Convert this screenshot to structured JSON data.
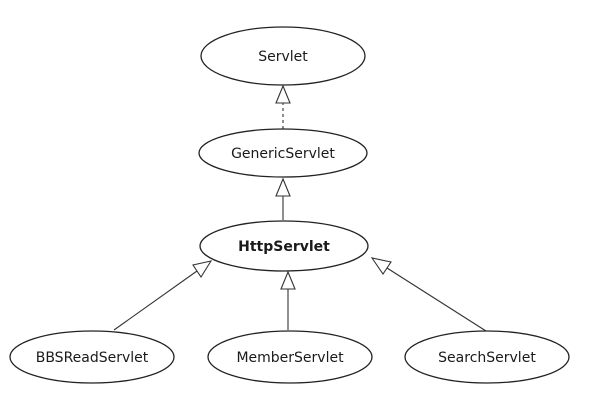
{
  "diagram": {
    "nodes": [
      {
        "id": "servlet",
        "label": "Servlet",
        "bold": false
      },
      {
        "id": "genericservlet",
        "label": "GenericServlet",
        "bold": false
      },
      {
        "id": "httpservlet",
        "label": "HttpServlet",
        "bold": true
      },
      {
        "id": "bbsreadservlet",
        "label": "BBSReadServlet",
        "bold": false
      },
      {
        "id": "memberservlet",
        "label": "MemberServlet",
        "bold": false
      },
      {
        "id": "searchservlet",
        "label": "SearchServlet",
        "bold": false
      }
    ],
    "edges": [
      {
        "from": "genericservlet",
        "to": "servlet",
        "style": "dashed",
        "relation": "realization"
      },
      {
        "from": "httpservlet",
        "to": "genericservlet",
        "style": "solid",
        "relation": "generalization"
      },
      {
        "from": "bbsreadservlet",
        "to": "httpservlet",
        "style": "solid",
        "relation": "generalization"
      },
      {
        "from": "memberservlet",
        "to": "httpservlet",
        "style": "solid",
        "relation": "generalization"
      },
      {
        "from": "searchservlet",
        "to": "httpservlet",
        "style": "solid",
        "relation": "generalization"
      }
    ]
  }
}
